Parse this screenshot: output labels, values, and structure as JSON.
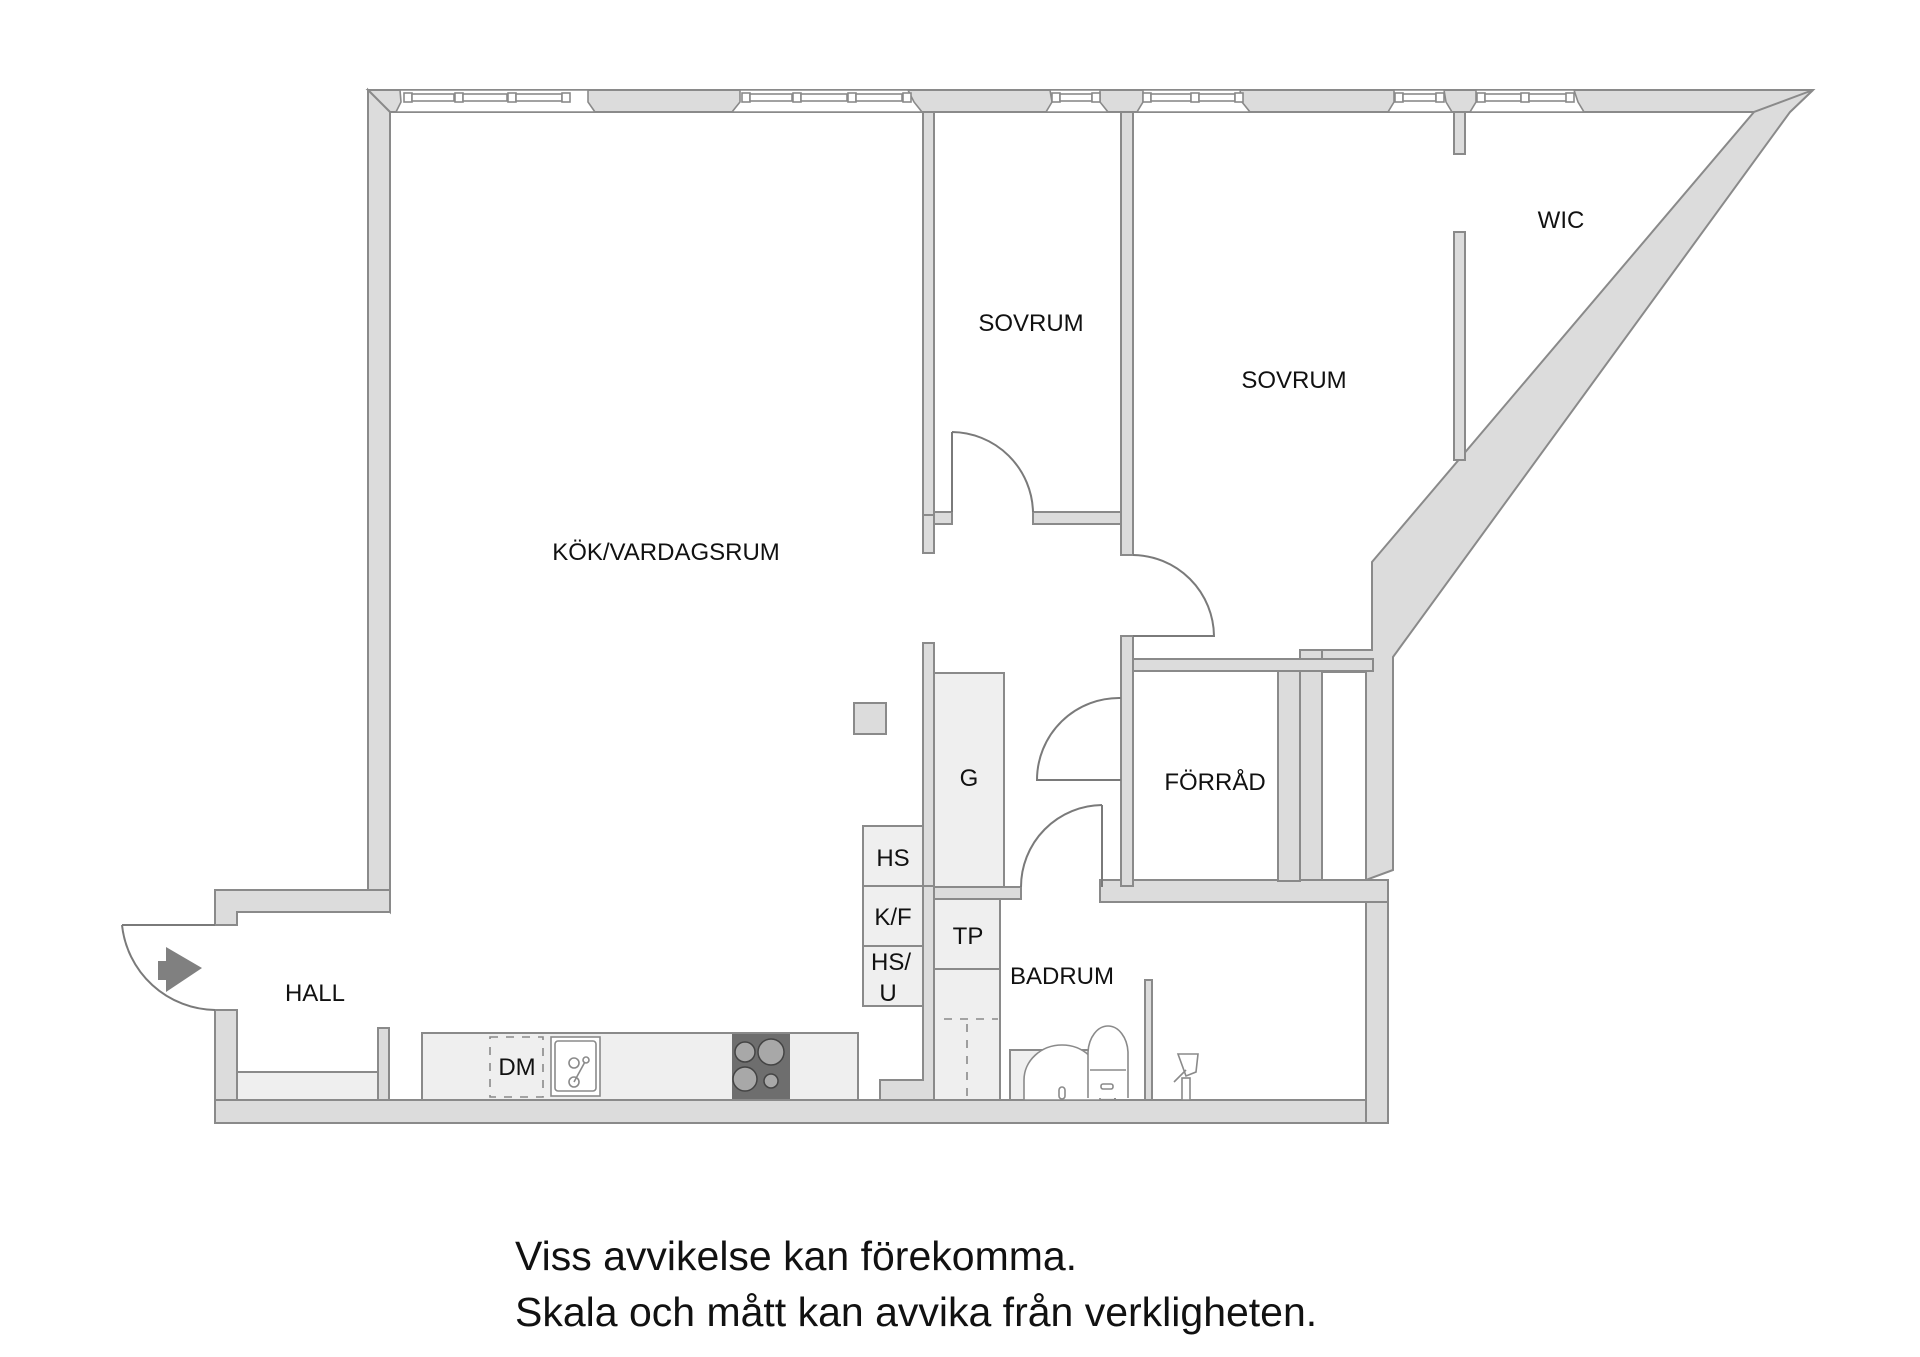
{
  "floorplan": {
    "rooms": {
      "kitchen_living": "KÖK/VARDAGSRUM",
      "bedroom_1": "SOVRUM",
      "bedroom_2": "SOVRUM",
      "walk_in_closet": "WIC",
      "storage": "FÖRRÅD",
      "bathroom": "BADRUM",
      "hall": "HALL"
    },
    "fixtures": {
      "wardrobe_g": "G",
      "wardrobe_hs": "HS",
      "fridge_freezer": "K/F",
      "hs_u_line1": "HS/",
      "hs_u_line2": "U",
      "dishwasher": "DM",
      "washer_tp": "TP"
    },
    "colors": {
      "wall_fill": "#dcdcdc",
      "wall_stroke": "#8a8a8a",
      "fixture_fill": "#efefef",
      "stove": "#6e6e6e",
      "entry_arrow": "#808080"
    }
  },
  "disclaimer": {
    "line1": "Viss avvikelse kan förekomma.",
    "line2": "Skala och mått kan avvika från verkligheten."
  }
}
